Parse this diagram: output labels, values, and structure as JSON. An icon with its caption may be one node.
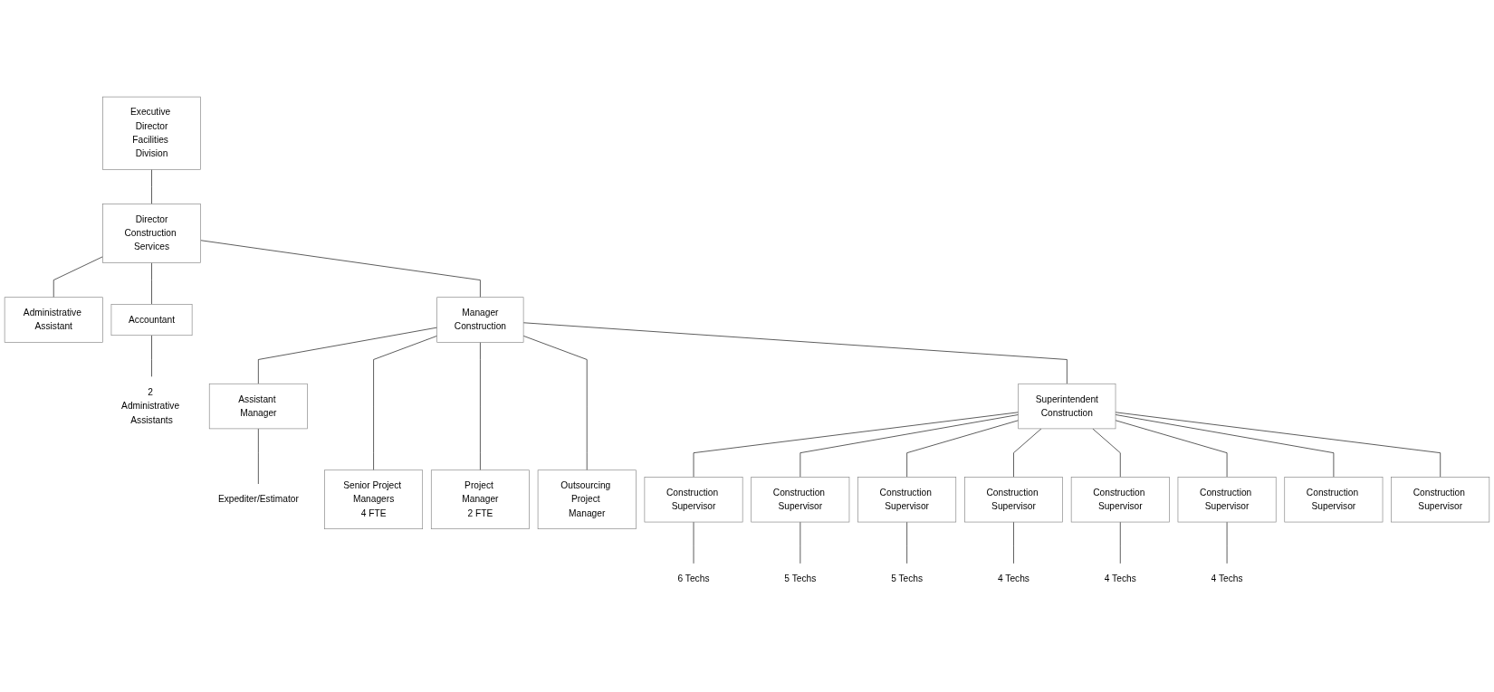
{
  "diagram": {
    "nodes": [
      {
        "text": [
          "Executive Director",
          "Facilities Division"
        ]
      },
      {
        "text": [
          "Director",
          "Construction Services"
        ]
      },
      {
        "text": [
          "Administrative Assistant"
        ]
      },
      {
        "text": [
          "Accountant"
        ]
      },
      {
        "text": [
          "2 Administrative Assistants"
        ]
      },
      {
        "text": [
          "Manager",
          "Construction"
        ]
      },
      {
        "text": [
          "Assistant Manager"
        ]
      },
      {
        "text": [
          "Expediter/Estimator"
        ]
      },
      {
        "text": [
          "Superintendent",
          "Construction"
        ]
      },
      {
        "text": [
          "Senior Project Managers",
          "4 FTE"
        ]
      },
      {
        "text": [
          "Project Manager",
          "2 FTE"
        ]
      },
      {
        "text": [
          "Outsourcing Project Manager"
        ]
      },
      {
        "text": [
          "Construction Supervisor"
        ]
      },
      {
        "text": [
          "Construction Supervisor"
        ]
      },
      {
        "text": [
          "Construction Supervisor"
        ]
      },
      {
        "text": [
          "Construction Supervisor"
        ]
      },
      {
        "text": [
          "Construction Supervisor"
        ]
      },
      {
        "text": [
          "Construction Supervisor"
        ]
      },
      {
        "text": [
          "Construction Supervisor"
        ]
      },
      {
        "text": [
          "Construction Supervisor"
        ]
      },
      {
        "text": [
          "6 Techs"
        ]
      },
      {
        "text": [
          "5 Techs"
        ]
      },
      {
        "text": [
          "5 Techs"
        ]
      },
      {
        "text": [
          "4 Techs"
        ]
      },
      {
        "text": [
          "4 Techs"
        ]
      },
      {
        "text": [
          "4 Techs"
        ]
      }
    ],
    "edges": [
      {
        "from": 0,
        "to": 1,
        "arrow": "none"
      },
      {
        "from": 1,
        "to": 2,
        "arrow": "none"
      },
      {
        "from": 1,
        "to": 3,
        "arrow": "none"
      },
      {
        "from": 3,
        "to": 4,
        "arrow": "none"
      },
      {
        "from": 1,
        "to": 5,
        "arrow": "none"
      },
      {
        "from": 5,
        "to": 6,
        "arrow": "none"
      },
      {
        "from": 6,
        "to": 7,
        "arrow": "none"
      },
      {
        "from": 5,
        "to": 8,
        "arrow": "none"
      },
      {
        "from": 5,
        "to": 9,
        "arrow": "none"
      },
      {
        "from": 5,
        "to": 10,
        "arrow": "none"
      },
      {
        "from": 5,
        "to": 11,
        "arrow": "none"
      },
      {
        "from": 8,
        "to": 12,
        "arrow": "none"
      },
      {
        "from": 8,
        "to": 13,
        "arrow": "none"
      },
      {
        "from": 8,
        "to": 14,
        "arrow": "none"
      },
      {
        "from": 8,
        "to": 15,
        "arrow": "none"
      },
      {
        "from": 8,
        "to": 16,
        "arrow": "none"
      },
      {
        "from": 8,
        "to": 17,
        "arrow": "none"
      },
      {
        "from": 8,
        "to": 18,
        "arrow": "none"
      },
      {
        "from": 8,
        "to": 19,
        "arrow": "none"
      },
      {
        "from": 12,
        "to": 20,
        "arrow": "none"
      },
      {
        "from": 13,
        "to": 21,
        "arrow": "none"
      },
      {
        "from": 14,
        "to": 22,
        "arrow": "none"
      },
      {
        "from": 15,
        "to": 23,
        "arrow": "none"
      },
      {
        "from": 16,
        "to": 24,
        "arrow": "none"
      },
      {
        "from": 17,
        "to": 25,
        "arrow": "none"
      }
    ]
  }
}
